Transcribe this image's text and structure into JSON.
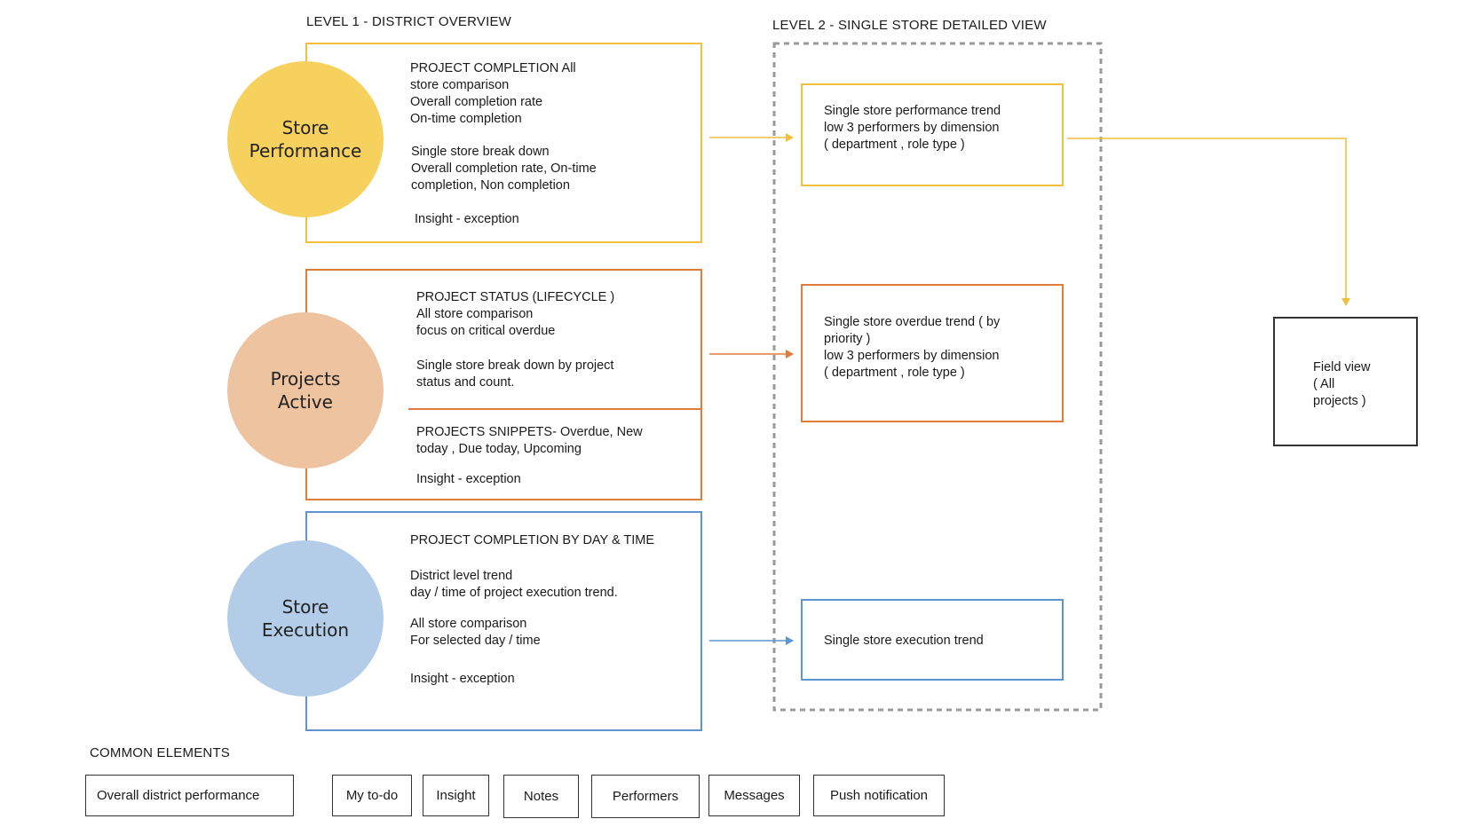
{
  "level1": {
    "title": "LEVEL 1 - DISTRICT OVERVIEW",
    "store_performance": {
      "label": "Store\nPerformance",
      "text_a": "PROJECT COMPLETION All\nstore comparison\nOverall completion rate\nOn-time completion",
      "text_b": "Single store break down\nOverall completion rate, On-time\ncompletion, Non completion",
      "insight": "Insight - exception"
    },
    "projects_active": {
      "label": "Projects\nActive",
      "text_a": "PROJECT STATUS (LIFECYCLE )\nAll store comparison\nfocus on critical overdue",
      "text_b": "Single store break down by project\nstatus and count.",
      "text_c": "PROJECTS SNIPPETS- Overdue, New\ntoday , Due today, Upcoming",
      "insight": "Insight - exception"
    },
    "store_execution": {
      "label": "Store\nExecution",
      "text_a": "PROJECT COMPLETION BY DAY & TIME",
      "text_b": "District level trend\nday / time of project execution trend.",
      "text_c": "All store comparison\nFor selected day / time",
      "insight": "Insight - exception"
    }
  },
  "level2": {
    "title": "LEVEL 2 - SINGLE STORE DETAILED VIEW",
    "performance_box": "Single store performance trend\nlow 3 performers by dimension\n( department , role type )",
    "overdue_box": "Single store overdue trend ( by\npriority )\nlow 3 performers by dimension\n( department , role type )",
    "execution_box": "Single store execution trend"
  },
  "field_view": "Field view\n( All\nprojects )",
  "common": {
    "title": "COMMON ELEMENTS",
    "items": [
      "Overall district performance",
      "My to-do",
      "Insight",
      "Notes",
      "Performers",
      "Messages",
      "Push notification"
    ]
  },
  "colors": {
    "yellow": "#F2BF3C",
    "yellow_fill": "#F7D15E",
    "orange": "#E07B3C",
    "orange_fill": "#EEC39F",
    "blue": "#5E95CF",
    "blue_fill": "#B3CDE8",
    "dashed": "#9a9a9a",
    "dark": "#333333"
  }
}
